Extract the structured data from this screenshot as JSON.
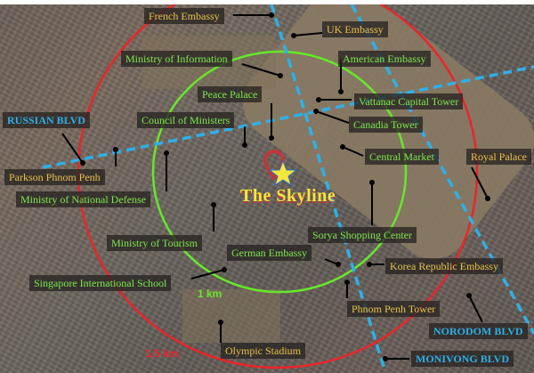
{
  "map": {
    "center_label": "The Skyline",
    "center_icon": "star-icon",
    "pin_icon": "map-pin-icon",
    "rings": [
      {
        "label": "1 km",
        "color": "#66e82a"
      },
      {
        "label": "1.5 km",
        "color": "#e8262a"
      }
    ],
    "roads": [
      {
        "label": "RUSSIAN BLVD",
        "color": "#2fb0e8"
      },
      {
        "label": "NORODOM BLVD",
        "color": "#2fb0e8"
      },
      {
        "label": "MONIVONG BLVD",
        "color": "#2fb0e8"
      }
    ],
    "landmarks": [
      {
        "label": "French Embassy",
        "color": "gold"
      },
      {
        "label": "UK Embassy",
        "color": "gold"
      },
      {
        "label": "Ministry of Information",
        "color": "green"
      },
      {
        "label": "American Embassy",
        "color": "green"
      },
      {
        "label": "Peace Palace",
        "color": "green"
      },
      {
        "label": "Vattanac Capital Tower",
        "color": "green"
      },
      {
        "label": "Council of Ministers",
        "color": "green"
      },
      {
        "label": "Canadia Tower",
        "color": "green"
      },
      {
        "label": "Central Market",
        "color": "green"
      },
      {
        "label": "Royal Palace",
        "color": "gold"
      },
      {
        "label": "Parkson Phnom Penh",
        "color": "gold"
      },
      {
        "label": "Ministry of National Defense",
        "color": "green"
      },
      {
        "label": "Ministry of Tourism",
        "color": "green"
      },
      {
        "label": "Sorya Shopping Center",
        "color": "green"
      },
      {
        "label": "German Embassy",
        "color": "green"
      },
      {
        "label": "Korea Republic Embassy",
        "color": "gold"
      },
      {
        "label": "Singapore International School",
        "color": "green"
      },
      {
        "label": "Phnom Penh Tower",
        "color": "gold"
      },
      {
        "label": "Olympic Stadium",
        "color": "gold"
      }
    ]
  }
}
